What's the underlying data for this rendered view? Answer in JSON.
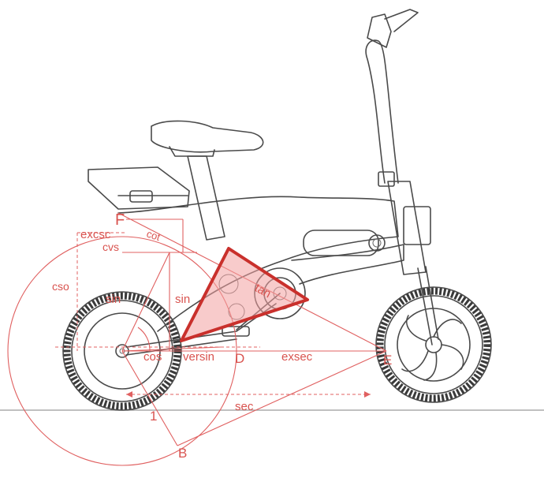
{
  "labels": {
    "F": "F",
    "excsc": "excsc",
    "cot": "cot",
    "cvs": "cvs",
    "cso": "cso",
    "sin_left": "sin",
    "sin_mid": "sin",
    "tan": "tan",
    "cos": "cos",
    "versin": "versin",
    "D": "D",
    "exsec": "exsec",
    "E": "E",
    "sec": "sec",
    "one": "1",
    "B": "B"
  },
  "colors": {
    "accent": "#d9534f",
    "triangle_fill": "#f2a0a0",
    "triangle_stroke": "#c9302c",
    "bike_line": "#4a4a4a",
    "ground": "#888888"
  }
}
